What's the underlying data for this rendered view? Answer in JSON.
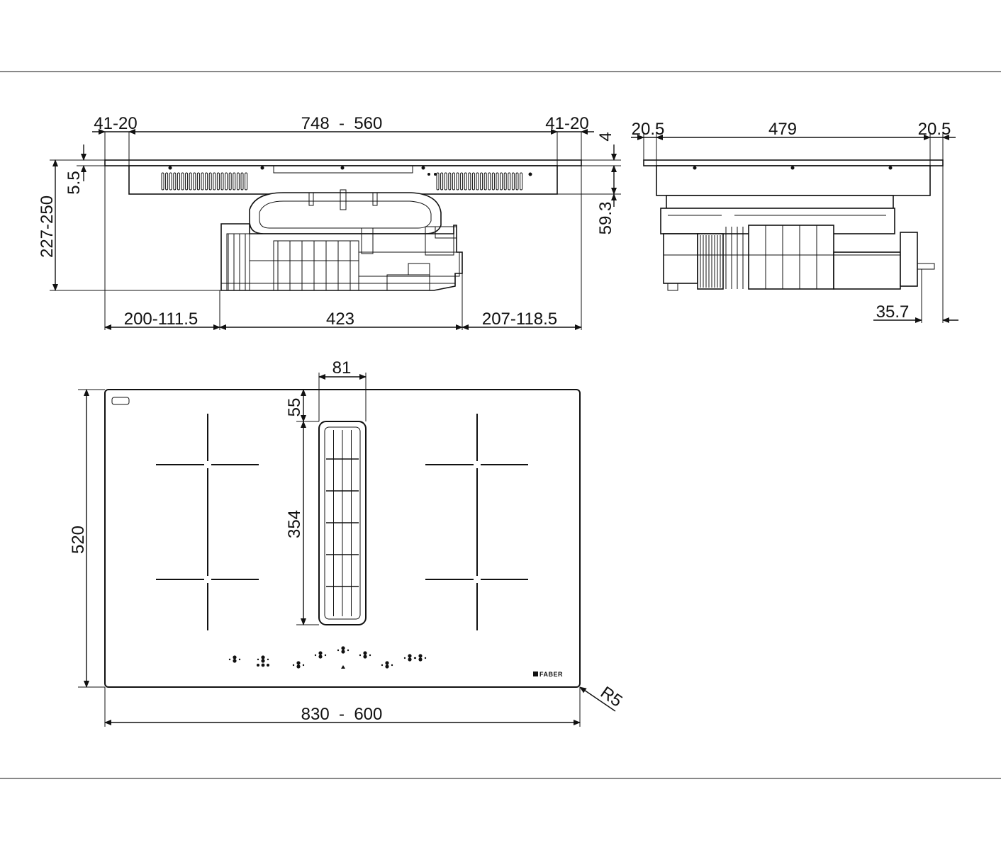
{
  "front_view": {
    "dims": {
      "left_overhang": "41-20",
      "span": "748  -  560",
      "right_overhang": "41-20",
      "top_thickness": "4",
      "glass_step": "5.5",
      "total_height": "227-250",
      "box_height": "59.3",
      "left_offset": "200-111.5",
      "unit_width": "423",
      "right_offset": "207-118.5"
    }
  },
  "side_view": {
    "dims": {
      "left_margin": "20.5",
      "depth": "479",
      "right_margin": "20.5",
      "rear_offset": "35.7"
    }
  },
  "top_view": {
    "brand_text": "FABER",
    "dims": {
      "vent_width": "81",
      "vent_offset": "55",
      "vent_length": "354",
      "depth": "520",
      "width": "830  -  600",
      "corner_radius": "R5"
    }
  }
}
